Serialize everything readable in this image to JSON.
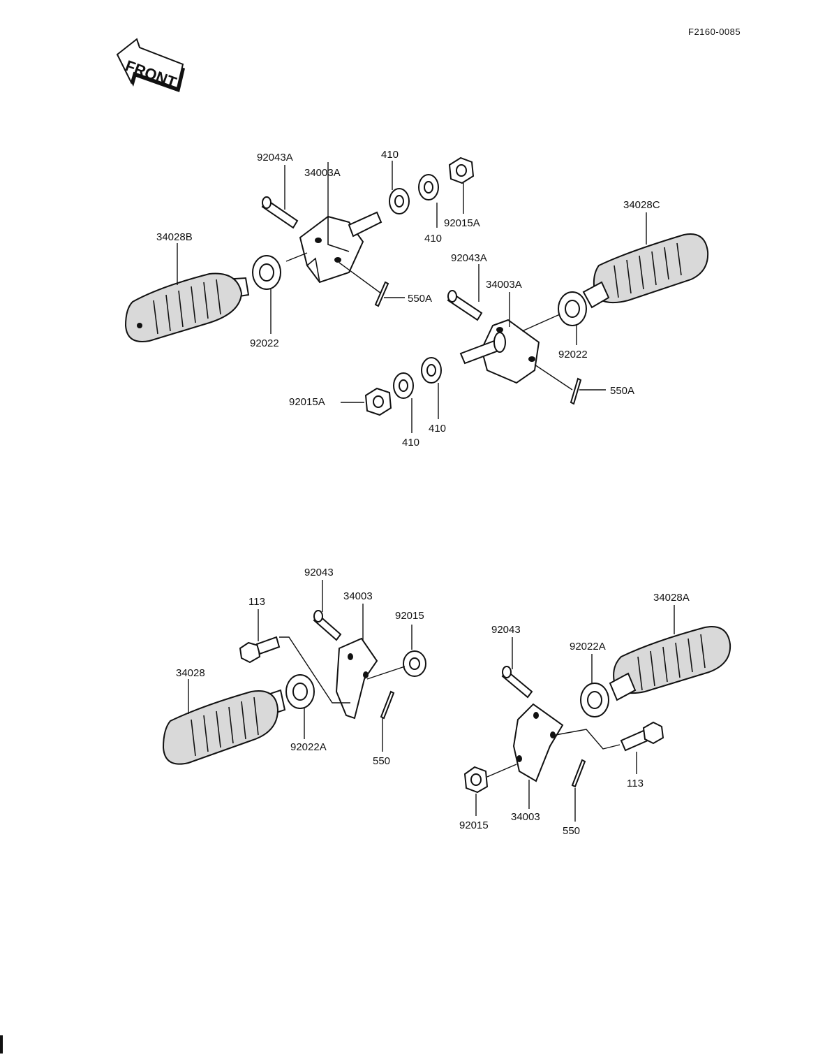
{
  "header": {
    "ref_code": "F2160-0085",
    "front_label": "FRONT"
  },
  "labels": {
    "p92043A_a": "92043A",
    "p34003A_a": "34003A",
    "p410_a": "410",
    "p410_b": "410",
    "p92015A_a": "92015A",
    "p34028C": "34028C",
    "p34028B": "34028B",
    "p92022_a": "92022",
    "p550A_a": "550A",
    "p92043A_b": "92043A",
    "p34003A_b": "34003A",
    "p92022_b": "92022",
    "p550A_b": "550A",
    "p92015A_b": "92015A",
    "p410_c": "410",
    "p410_d": "410",
    "p92043_a": "92043",
    "p34003_a": "34003",
    "p113_a": "113",
    "p92015_a": "92015",
    "p34028A": "34028A",
    "p92043_b": "92043",
    "p92022A_b": "92022A",
    "p34028": "34028",
    "p92022A_a": "92022A",
    "p550_a": "550",
    "p113_b": "113",
    "p92015_b": "92015",
    "p34003_b": "34003",
    "p550_b": "550"
  }
}
